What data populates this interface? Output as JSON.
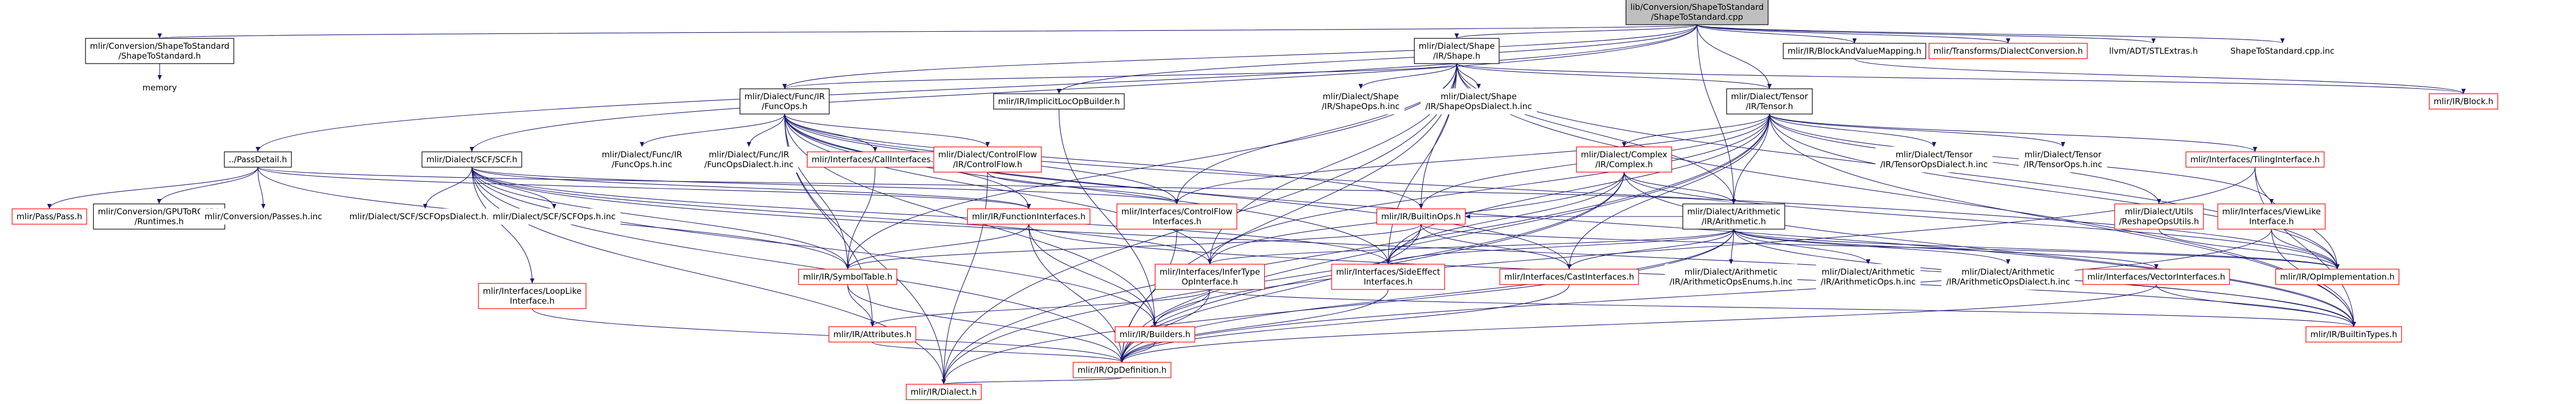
{
  "colors": {
    "edge": "#191970",
    "normal_border": "#000000",
    "missing_border": "#ff0000",
    "root_fill": "#bfbfbf",
    "node_fill": "#ffffff",
    "text": "#000000"
  },
  "nodes": [
    {
      "id": "root",
      "label": "lib/Conversion/ShapeToStandard\n/ShapeToStandard.cpp",
      "kind": "root"
    },
    {
      "id": "conv_h",
      "label": "mlir/Conversion/ShapeToStandard\n/ShapeToStandard.h",
      "kind": "normal"
    },
    {
      "id": "memory",
      "label": "memory",
      "kind": "plain"
    },
    {
      "id": "passdetail",
      "label": "../PassDetail.h",
      "kind": "normal"
    },
    {
      "id": "pass_h",
      "label": "mlir/Pass/Pass.h",
      "kind": "missing"
    },
    {
      "id": "gpu_passes",
      "label": "mlir/Conversion/GPUToROCDL\n/Runtimes.h",
      "kind": "normal"
    },
    {
      "id": "passes_inc",
      "label": "mlir/Conversion/Passes.h.inc",
      "kind": "plain"
    },
    {
      "id": "scf_h",
      "label": "mlir/Dialect/SCF/SCF.h",
      "kind": "normal"
    },
    {
      "id": "scfops_dialect_inc",
      "label": "mlir/Dialect/SCF/SCFOpsDialect.h.inc",
      "kind": "plain"
    },
    {
      "id": "scfops_inc",
      "label": "mlir/Dialect/SCF/SCFOps.h.inc",
      "kind": "plain"
    },
    {
      "id": "loop_like",
      "label": "mlir/Interfaces/LoopLike\nInterface.h",
      "kind": "missing"
    },
    {
      "id": "func_h",
      "label": "mlir/Dialect/Func/IR\n/FuncOps.h",
      "kind": "normal"
    },
    {
      "id": "funcops_inc",
      "label": "mlir/Dialect/Func/IR\n/FuncOps.h.inc",
      "kind": "plain"
    },
    {
      "id": "funcops_dialect_inc",
      "label": "mlir/Dialect/Func/IR\n/FuncOpsDialect.h.inc",
      "kind": "plain"
    },
    {
      "id": "call_iface",
      "label": "mlir/Interfaces/CallInterfaces.h",
      "kind": "missing"
    },
    {
      "id": "cf_h",
      "label": "mlir/Dialect/ControlFlow\n/IR/ControlFlow.h",
      "kind": "missing"
    },
    {
      "id": "implicit_loc",
      "label": "mlir/IR/ImplicitLocOpBuilder.h",
      "kind": "normal"
    },
    {
      "id": "shape_h",
      "label": "mlir/Dialect/Shape\n/IR/Shape.h",
      "kind": "normal"
    },
    {
      "id": "shapeops_inc",
      "label": "mlir/Dialect/Shape\n/IR/ShapeOps.h.inc",
      "kind": "plain"
    },
    {
      "id": "shapeops_dialect_inc",
      "label": "mlir/Dialect/Shape\n/IR/ShapeOpsDialect.h.inc",
      "kind": "plain"
    },
    {
      "id": "block_value",
      "label": "mlir/IR/BlockAndValueMapping.h",
      "kind": "normal"
    },
    {
      "id": "dialect_conv",
      "label": "mlir/Transforms/DialectConversion.h",
      "kind": "missing"
    },
    {
      "id": "stlextras",
      "label": "llvm/ADT/STLExtras.h",
      "kind": "plain"
    },
    {
      "id": "std_cpp_inc",
      "label": "ShapeToStandard.cpp.inc",
      "kind": "plain"
    },
    {
      "id": "block_h",
      "label": "mlir/IR/Block.h",
      "kind": "missing"
    },
    {
      "id": "tensor_h",
      "label": "mlir/Dialect/Tensor\n/IR/Tensor.h",
      "kind": "normal"
    },
    {
      "id": "complex_h",
      "label": "mlir/Dialect/Complex\n/IR/Complex.h",
      "kind": "missing"
    },
    {
      "id": "tensorops_dialect_inc",
      "label": "mlir/Dialect/Tensor\n/IR/TensorOpsDialect.h.inc",
      "kind": "plain"
    },
    {
      "id": "tensorops_inc",
      "label": "mlir/Dialect/Tensor\n/IR/TensorOps.h.inc",
      "kind": "plain"
    },
    {
      "id": "tiling_iface",
      "label": "mlir/Interfaces/TilingInterface.h",
      "kind": "missing"
    },
    {
      "id": "reshape_utils",
      "label": "mlir/Dialect/Utils\n/ReshapeOpsUtils.h",
      "kind": "missing"
    },
    {
      "id": "viewlike",
      "label": "mlir/Interfaces/ViewLike\nInterface.h",
      "kind": "missing"
    },
    {
      "id": "func_iface",
      "label": "mlir/IR/FunctionInterfaces.h",
      "kind": "missing"
    },
    {
      "id": "cf_iface",
      "label": "mlir/Interfaces/ControlFlow\nInterfaces.h",
      "kind": "missing"
    },
    {
      "id": "builtin_ops",
      "label": "mlir/IR/BuiltinOps.h",
      "kind": "missing"
    },
    {
      "id": "arith_h",
      "label": "mlir/Dialect/Arithmetic\n/IR/Arithmetic.h",
      "kind": "normal"
    },
    {
      "id": "symbol_table",
      "label": "mlir/IR/SymbolTable.h",
      "kind": "missing"
    },
    {
      "id": "infer_type",
      "label": "mlir/Interfaces/InferType\nOpInterface.h",
      "kind": "missing"
    },
    {
      "id": "side_effect",
      "label": "mlir/Interfaces/SideEffect\nInterfaces.h",
      "kind": "missing"
    },
    {
      "id": "cast_iface",
      "label": "mlir/Interfaces/CastInterfaces.h",
      "kind": "missing"
    },
    {
      "id": "arith_enums_inc",
      "label": "mlir/Dialect/Arithmetic\n/IR/ArithmeticOpsEnums.h.inc",
      "kind": "plain"
    },
    {
      "id": "arith_ops_inc",
      "label": "mlir/Dialect/Arithmetic\n/IR/ArithmeticOps.h.inc",
      "kind": "plain"
    },
    {
      "id": "arith_dialect_inc",
      "label": "mlir/Dialect/Arithmetic\n/IR/ArithmeticOpsDialect.h.inc",
      "kind": "plain"
    },
    {
      "id": "vector_iface",
      "label": "mlir/Interfaces/VectorInterfaces.h",
      "kind": "missing"
    },
    {
      "id": "op_impl",
      "label": "mlir/IR/OpImplementation.h",
      "kind": "missing"
    },
    {
      "id": "attributes",
      "label": "mlir/IR/Attributes.h",
      "kind": "missing"
    },
    {
      "id": "builders",
      "label": "mlir/IR/Builders.h",
      "kind": "missing"
    },
    {
      "id": "builtin_types",
      "label": "mlir/IR/BuiltinTypes.h",
      "kind": "missing"
    },
    {
      "id": "op_def",
      "label": "mlir/IR/OpDefinition.h",
      "kind": "missing"
    },
    {
      "id": "dialect_h",
      "label": "mlir/IR/Dialect.h",
      "kind": "missing"
    }
  ],
  "edges": [
    [
      "root",
      "conv_h"
    ],
    [
      "root",
      "passdetail"
    ],
    [
      "root",
      "scf_h"
    ],
    [
      "root",
      "func_h"
    ],
    [
      "root",
      "implicit_loc"
    ],
    [
      "root",
      "shape_h"
    ],
    [
      "root",
      "block_value"
    ],
    [
      "root",
      "dialect_conv"
    ],
    [
      "root",
      "stlextras"
    ],
    [
      "root",
      "std_cpp_inc"
    ],
    [
      "root",
      "tensor_h"
    ],
    [
      "root",
      "arith_h"
    ],
    [
      "conv_h",
      "memory"
    ],
    [
      "passdetail",
      "pass_h"
    ],
    [
      "passdetail",
      "gpu_passes"
    ],
    [
      "passdetail",
      "passes_inc"
    ],
    [
      "passdetail",
      "func_iface"
    ],
    [
      "passdetail",
      "symbol_table"
    ],
    [
      "passdetail",
      "arith_h"
    ],
    [
      "scf_h",
      "scfops_dialect_inc"
    ],
    [
      "scf_h",
      "scfops_inc"
    ],
    [
      "scf_h",
      "loop_like"
    ],
    [
      "scf_h",
      "builtin_types"
    ],
    [
      "scf_h",
      "builders"
    ],
    [
      "scf_h",
      "cf_iface"
    ],
    [
      "scf_h",
      "op_def"
    ],
    [
      "scf_h",
      "dialect_h"
    ],
    [
      "scf_h",
      "func_iface"
    ],
    [
      "scf_h",
      "side_effect"
    ],
    [
      "scf_h",
      "infer_type"
    ],
    [
      "scf_h",
      "symbol_table"
    ],
    [
      "func_h",
      "funcops_inc"
    ],
    [
      "func_h",
      "funcops_dialect_inc"
    ],
    [
      "func_h",
      "call_iface"
    ],
    [
      "func_h",
      "cf_h"
    ],
    [
      "func_h",
      "func_iface"
    ],
    [
      "func_h",
      "cf_iface"
    ],
    [
      "func_h",
      "builtin_ops"
    ],
    [
      "func_h",
      "infer_type"
    ],
    [
      "func_h",
      "side_effect"
    ],
    [
      "func_h",
      "symbol_table"
    ],
    [
      "func_h",
      "op_impl"
    ],
    [
      "func_h",
      "builders"
    ],
    [
      "func_h",
      "dialect_h"
    ],
    [
      "func_h",
      "builtin_types"
    ],
    [
      "func_h",
      "attributes"
    ],
    [
      "func_h",
      "cast_iface"
    ],
    [
      "implicit_loc",
      "builders"
    ],
    [
      "shape_h",
      "shapeops_inc"
    ],
    [
      "shape_h",
      "shapeops_dialect_inc"
    ],
    [
      "shape_h",
      "tensor_h"
    ],
    [
      "shape_h",
      "arith_h"
    ],
    [
      "shape_h",
      "func_h"
    ],
    [
      "shape_h",
      "builtin_ops"
    ],
    [
      "shape_h",
      "infer_type"
    ],
    [
      "shape_h",
      "side_effect"
    ],
    [
      "shape_h",
      "cf_iface"
    ],
    [
      "shape_h",
      "op_def"
    ],
    [
      "shape_h",
      "op_impl"
    ],
    [
      "shape_h",
      "builtin_types"
    ],
    [
      "shape_h",
      "dialect_h"
    ],
    [
      "shape_h",
      "symbol_table"
    ],
    [
      "shape_h",
      "block_h"
    ],
    [
      "block_value",
      "block_h"
    ],
    [
      "tensor_h",
      "complex_h"
    ],
    [
      "tensor_h",
      "tensorops_dialect_inc"
    ],
    [
      "tensor_h",
      "tensorops_inc"
    ],
    [
      "tensor_h",
      "tiling_iface"
    ],
    [
      "tensor_h",
      "reshape_utils"
    ],
    [
      "tensor_h",
      "viewlike"
    ],
    [
      "tensor_h",
      "arith_h"
    ],
    [
      "tensor_h",
      "cf_iface"
    ],
    [
      "tensor_h",
      "infer_type"
    ],
    [
      "tensor_h",
      "side_effect"
    ],
    [
      "tensor_h",
      "cast_iface"
    ],
    [
      "tensor_h",
      "op_impl"
    ],
    [
      "tensor_h",
      "builtin_types"
    ],
    [
      "tensor_h",
      "op_def"
    ],
    [
      "tensor_h",
      "dialect_h"
    ],
    [
      "tensor_h",
      "builtin_ops"
    ],
    [
      "complex_h",
      "arith_h"
    ],
    [
      "complex_h",
      "infer_type"
    ],
    [
      "complex_h",
      "side_effect"
    ],
    [
      "complex_h",
      "op_impl"
    ],
    [
      "complex_h",
      "builtin_types"
    ],
    [
      "complex_h",
      "op_def"
    ],
    [
      "complex_h",
      "dialect_h"
    ],
    [
      "tiling_iface",
      "builders"
    ],
    [
      "tiling_iface",
      "op_impl"
    ],
    [
      "tiling_iface",
      "builtin_types"
    ],
    [
      "reshape_utils",
      "op_impl"
    ],
    [
      "viewlike",
      "op_impl"
    ],
    [
      "viewlike",
      "builtin_types"
    ],
    [
      "viewlike",
      "op_def"
    ],
    [
      "func_iface",
      "symbol_table"
    ],
    [
      "func_iface",
      "builders"
    ],
    [
      "func_iface",
      "op_def"
    ],
    [
      "func_iface",
      "builtin_types"
    ],
    [
      "cf_iface",
      "op_def"
    ],
    [
      "call_iface",
      "symbol_table"
    ],
    [
      "cf_h",
      "cf_iface"
    ],
    [
      "cf_h",
      "dialect_h"
    ],
    [
      "builtin_ops",
      "symbol_table"
    ],
    [
      "builtin_ops",
      "op_def"
    ],
    [
      "builtin_ops",
      "side_effect"
    ],
    [
      "builtin_ops",
      "cast_iface"
    ],
    [
      "builtin_ops",
      "op_impl"
    ],
    [
      "arith_h",
      "infer_type"
    ],
    [
      "arith_h",
      "side_effect"
    ],
    [
      "arith_h",
      "cast_iface"
    ],
    [
      "arith_h",
      "arith_enums_inc"
    ],
    [
      "arith_h",
      "arith_ops_inc"
    ],
    [
      "arith_h",
      "arith_dialect_inc"
    ],
    [
      "arith_h",
      "vector_iface"
    ],
    [
      "arith_h",
      "op_impl"
    ],
    [
      "arith_h",
      "builtin_types"
    ],
    [
      "arith_h",
      "op_def"
    ],
    [
      "arith_h",
      "dialect_h"
    ],
    [
      "arith_h",
      "builtin_ops"
    ],
    [
      "symbol_table",
      "attributes"
    ],
    [
      "symbol_table",
      "op_def"
    ],
    [
      "infer_type",
      "attributes"
    ],
    [
      "infer_type",
      "builders"
    ],
    [
      "infer_type",
      "op_def"
    ],
    [
      "infer_type",
      "builtin_types"
    ],
    [
      "side_effect",
      "op_def"
    ],
    [
      "cast_iface",
      "op_def"
    ],
    [
      "vector_iface",
      "builtin_types"
    ],
    [
      "vector_iface",
      "op_def"
    ],
    [
      "loop_like",
      "op_def"
    ],
    [
      "attributes",
      "op_def"
    ],
    [
      "builders",
      "op_def"
    ],
    [
      "op_def",
      "dialect_h"
    ]
  ]
}
